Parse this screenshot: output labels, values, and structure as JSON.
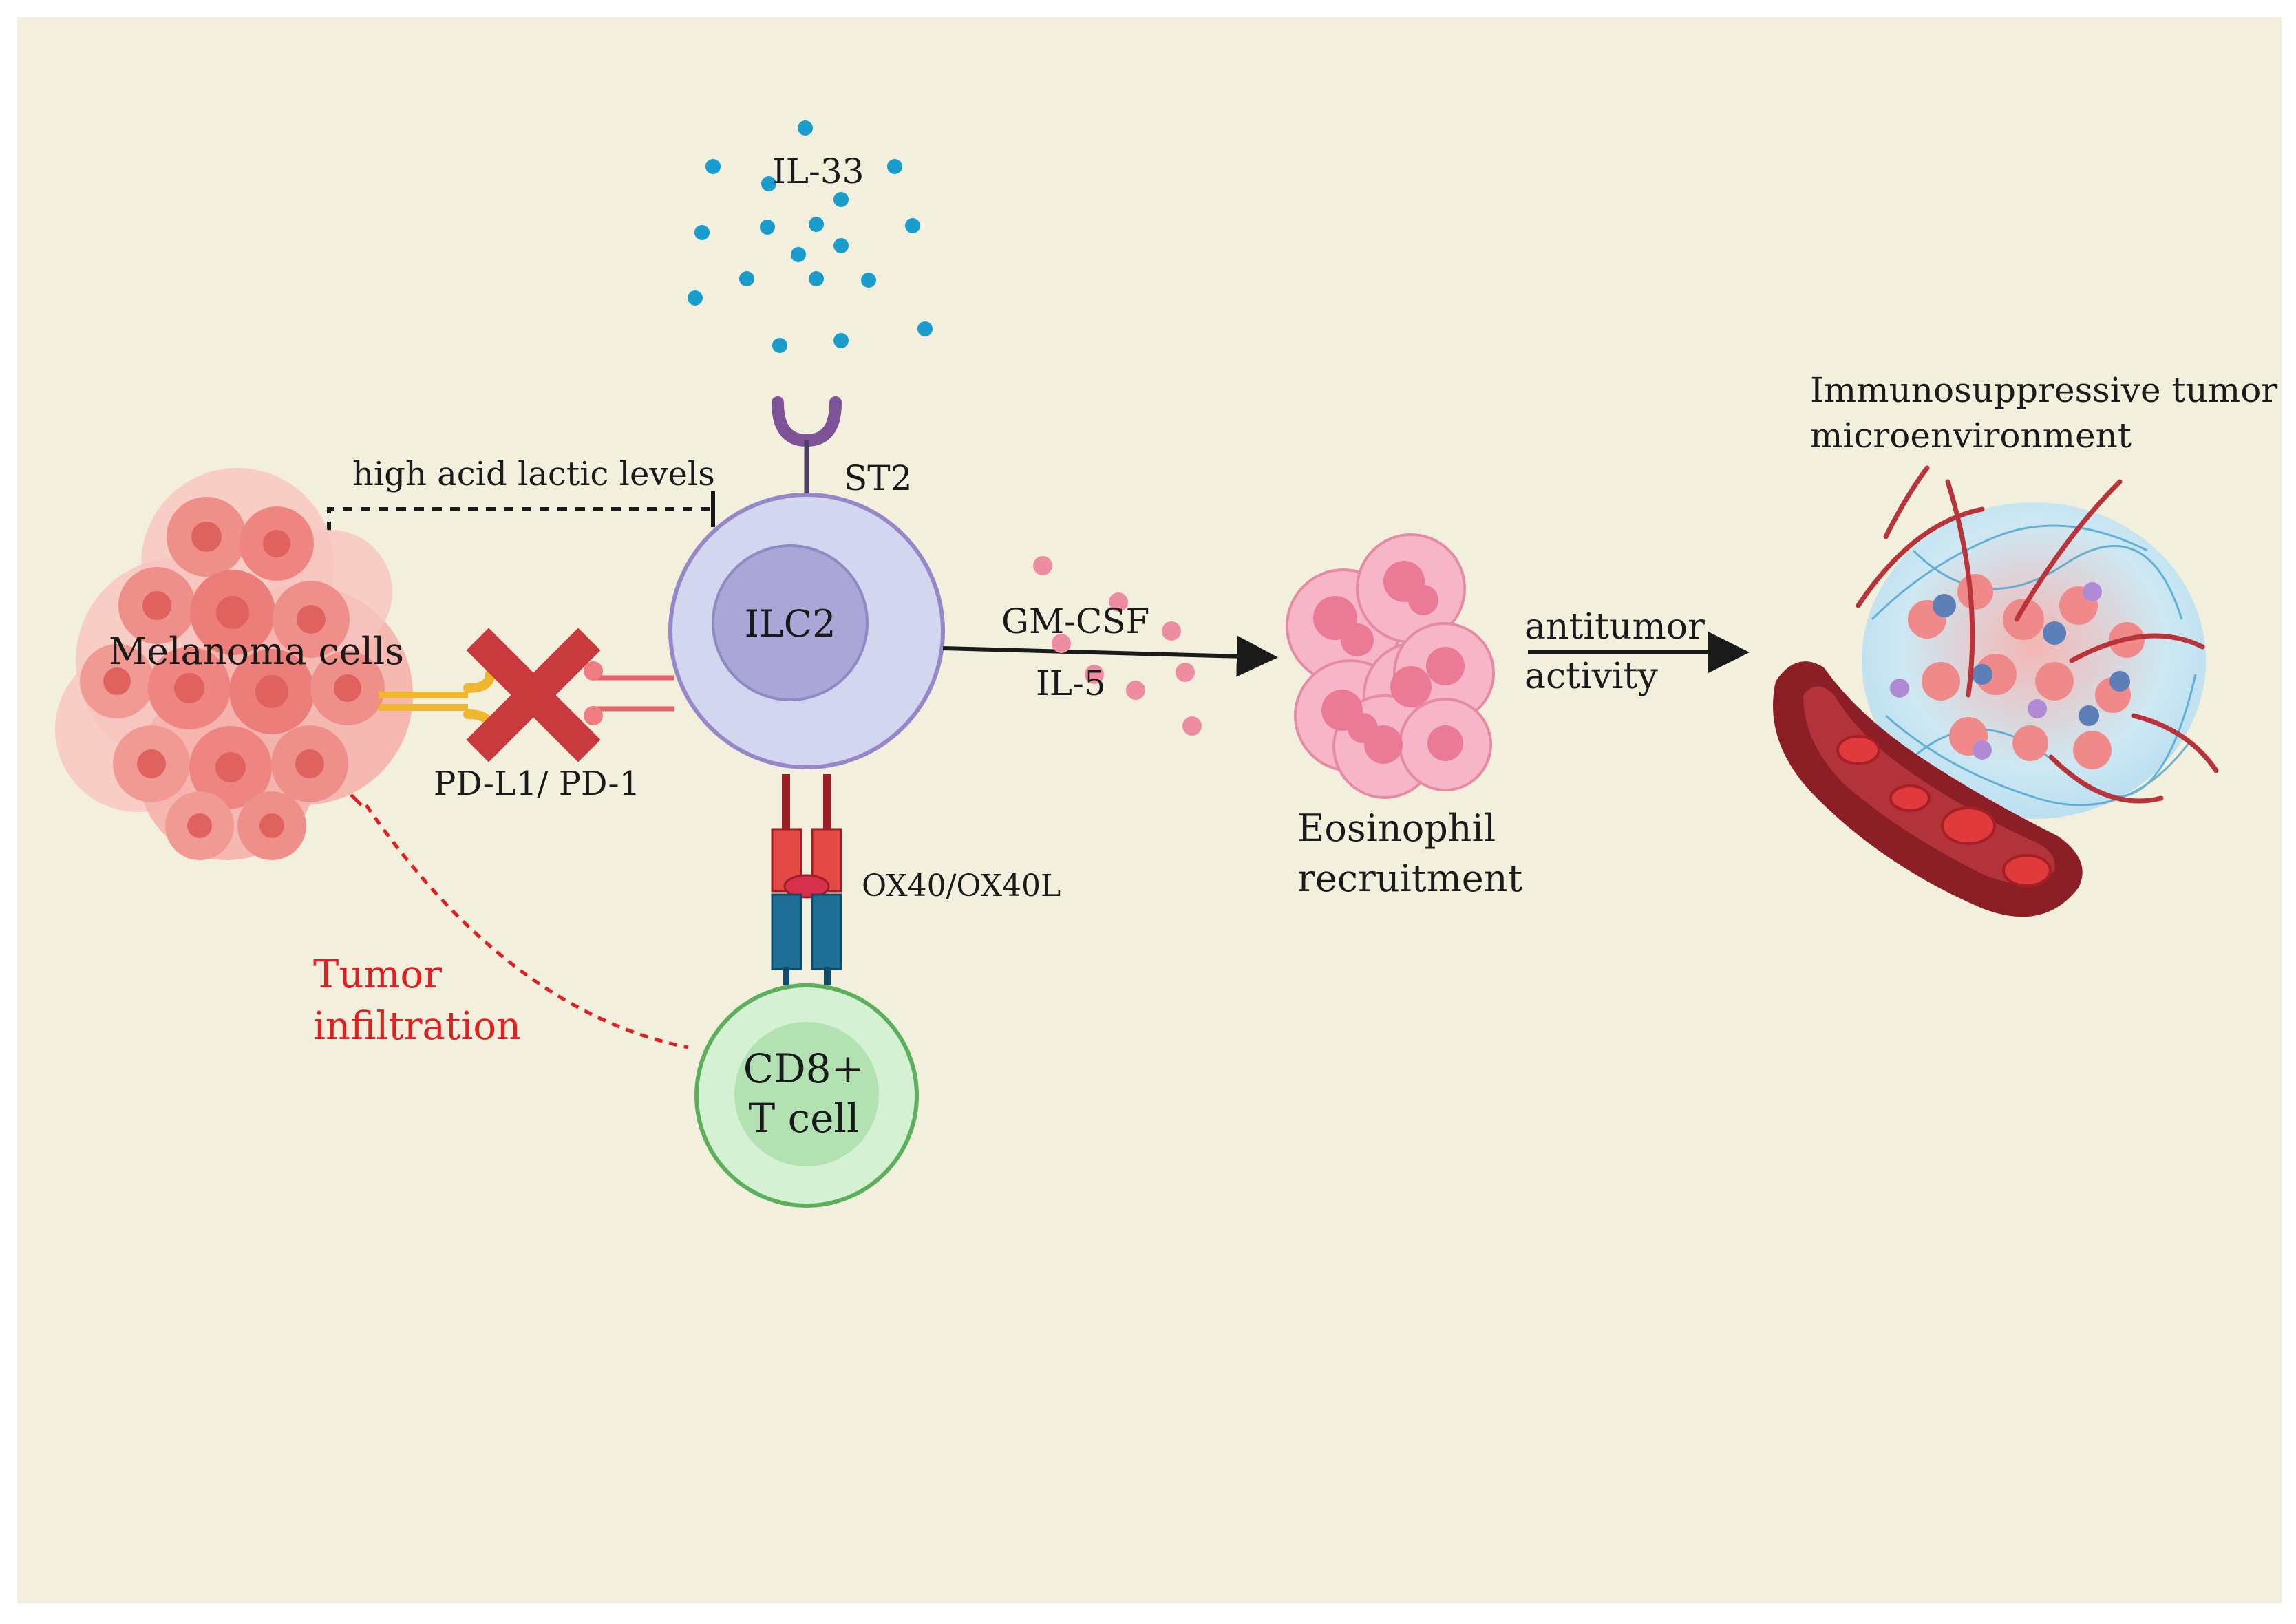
{
  "labels": {
    "il33": "IL-33",
    "st2": "ST2",
    "high_acid": "high acid lactic levels",
    "melanoma": "Melanoma cells",
    "ilc2": "ILC2",
    "pdl1_pd1": "PD-L1/ PD-1",
    "ox40": "OX40/OX40L",
    "tumor_infiltration_1": "Tumor",
    "tumor_infiltration_2": "infiltration",
    "cd8_1": "CD8+",
    "cd8_2": "T cell",
    "gmcsf": "GM-CSF",
    "il5": "IL-5",
    "eos_1": "Eosinophil",
    "eos_2": "recruitment",
    "antitumor_1": "antitumor",
    "antitumor_2": "activity",
    "tme_1": "Immunosuppressive tumor",
    "tme_2": "microenvironment"
  },
  "colors": {
    "background": "#f2efdc",
    "il33_dot": "#1a9ccc",
    "st2_receptor": "#7e5296",
    "ilc2_outer": "#d2d7ef",
    "ilc2_inner": "#aaa6d8",
    "cd8_outer": "#d4f1d4",
    "cd8_inner": "#b2e2b2",
    "inhibit_x": "#c93a3c",
    "tumor_infiltration_text": "#e02020",
    "pd_ligand": "#f0b62c",
    "cytokine_dot": "#ee8ca2",
    "ox40_red": "#e24844",
    "ox40_blue": "#1e6e96"
  }
}
